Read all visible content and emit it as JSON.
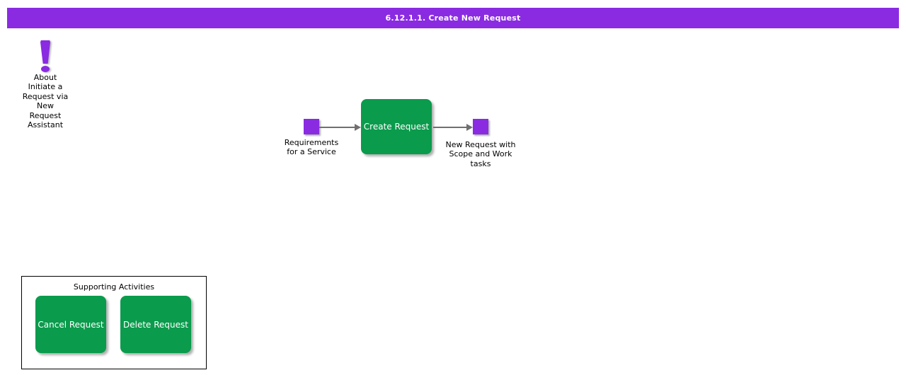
{
  "title_bar": {
    "text": "6.12.1.1. Create New Request",
    "bg_color": "#8A2BE2",
    "text_color": "#ffffff"
  },
  "about_note": {
    "icon": "exclamation-icon",
    "icon_color": "#8A2BE2",
    "text": "About\nInitiate a\nRequest via\nNew\nRequest\nAssistant"
  },
  "flow": {
    "input_artifact": {
      "label": "Requirements\nfor a Service",
      "icon_color": "#8A2BE2"
    },
    "activity": {
      "label": "Create Request",
      "bg_color": "#0A9B4C",
      "text_color": "#ffffff"
    },
    "output_artifact": {
      "label": "New Request with\nScope and Work\ntasks",
      "icon_color": "#8A2BE2"
    },
    "arrow_color": "#707070"
  },
  "supporting": {
    "title": "Supporting Activities",
    "activities": [
      {
        "label": "Cancel Request",
        "bg_color": "#0A9B4C",
        "text_color": "#ffffff"
      },
      {
        "label": "Delete Request",
        "bg_color": "#0A9B4C",
        "text_color": "#ffffff"
      }
    ]
  }
}
